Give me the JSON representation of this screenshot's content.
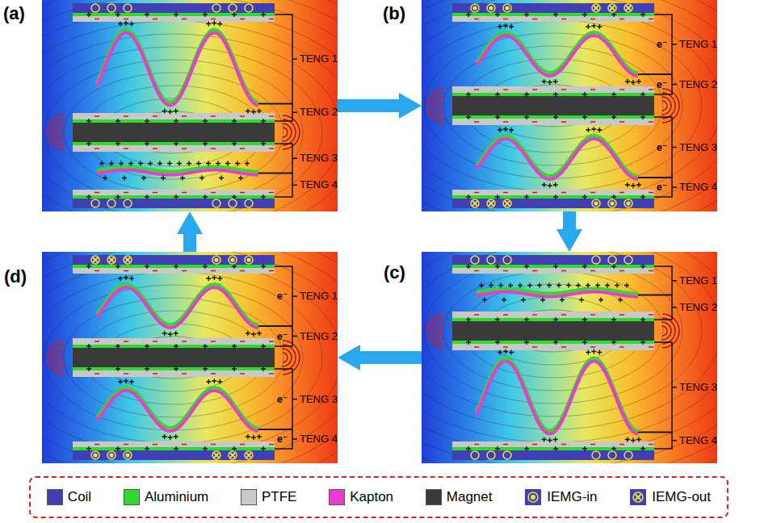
{
  "diagram": {
    "nodes": [
      {
        "text": [
          "(a)"
        ]
      },
      {
        "text": [
          "(b)"
        ]
      },
      {
        "text": [
          "(c)"
        ]
      },
      {
        "text": [
          "(d)"
        ]
      }
    ],
    "edges": [
      {
        "from": 0,
        "to": 1,
        "arrow": "to"
      },
      {
        "from": 1,
        "to": 2,
        "arrow": "to"
      },
      {
        "from": 2,
        "to": 3,
        "arrow": "to"
      },
      {
        "from": 3,
        "to": 0,
        "arrow": "to"
      }
    ],
    "labels": [
      "TENG 1",
      "TENG 2",
      "TENG 3",
      "TENG 4",
      "TENG 1",
      "TENG 2",
      "TENG 3",
      "TENG 4",
      "e⁻",
      "e⁻",
      "e⁻",
      "e⁻",
      "TENG 1",
      "TENG 2",
      "TENG 3",
      "TENG 4",
      "TENG 1",
      "TENG 2",
      "TENG 3",
      "TENG 4",
      "e⁻",
      "e⁻",
      "e⁻",
      "e⁻"
    ],
    "legend": [
      {
        "text": "Coil",
        "color": "#4040b4"
      },
      {
        "text": "Aluminium",
        "color": "#2edb2e"
      },
      {
        "text": "PTFE",
        "color": "#c8c8c8"
      },
      {
        "text": "Kapton",
        "color": "#e83ccc"
      },
      {
        "text": "Magnet",
        "color": "#3a3a3a"
      },
      {
        "text": "IEMG-in"
      },
      {
        "text": "IEMG-out"
      }
    ]
  }
}
